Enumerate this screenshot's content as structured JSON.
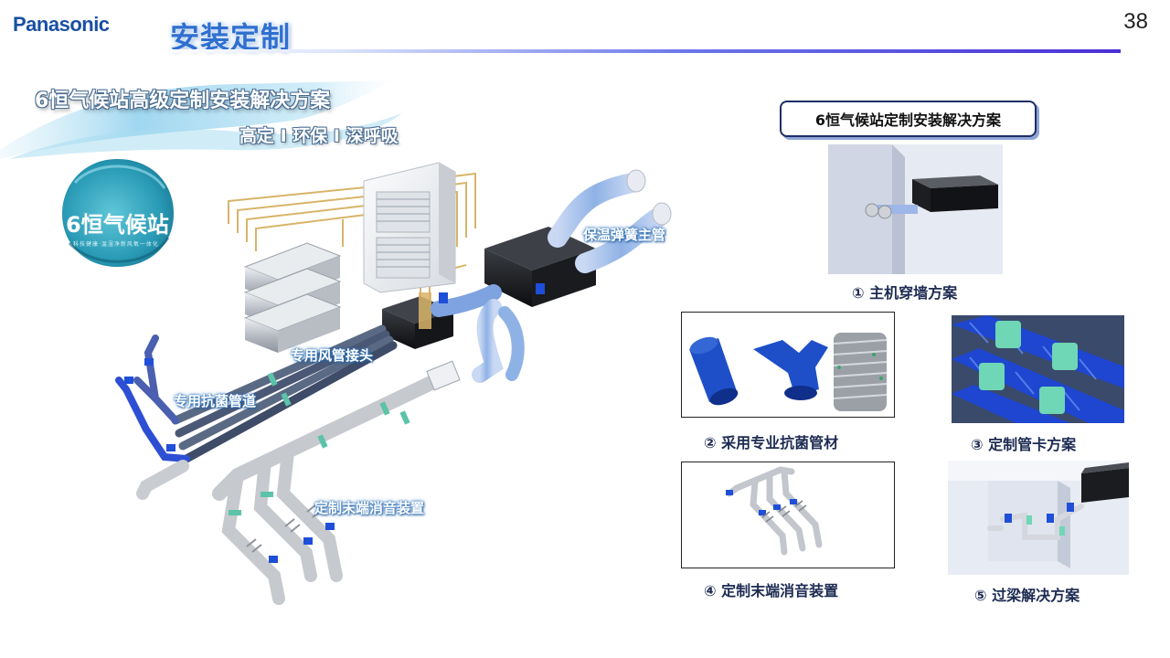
{
  "header": {
    "brand": "Panasonic",
    "title": "安装定制",
    "page_number": "38"
  },
  "hero": {
    "title": "6恒气候站高级定制安装解决方案",
    "subtitle": "高定 I 环保 I 深呼吸",
    "logo_text": "6恒气候站",
    "logo_tagline": "科技健康·温湿净新风氧一体化"
  },
  "diagram": {
    "callouts": {
      "main_pipe": "保温弹簧主管",
      "connector": "专用风管接头",
      "antibacterial_pipe": "专用抗菌管道",
      "silencer": "定制末端消音装置"
    }
  },
  "panel": {
    "title": "6恒气候站定制安装解决方案",
    "items": [
      {
        "caption": "① 主机穿墙方案"
      },
      {
        "caption": "② 采用专业抗菌管材"
      },
      {
        "caption": "③ 定制管卡方案"
      },
      {
        "caption": "④ 定制末端消音装置"
      },
      {
        "caption": "⑤ 过梁解决方案"
      }
    ]
  },
  "colors": {
    "brand": "#1a4fa3",
    "accent": "#2f6fd0",
    "pipe_blue": "#1f4fd8",
    "clip_teal": "#5cc2a8"
  }
}
